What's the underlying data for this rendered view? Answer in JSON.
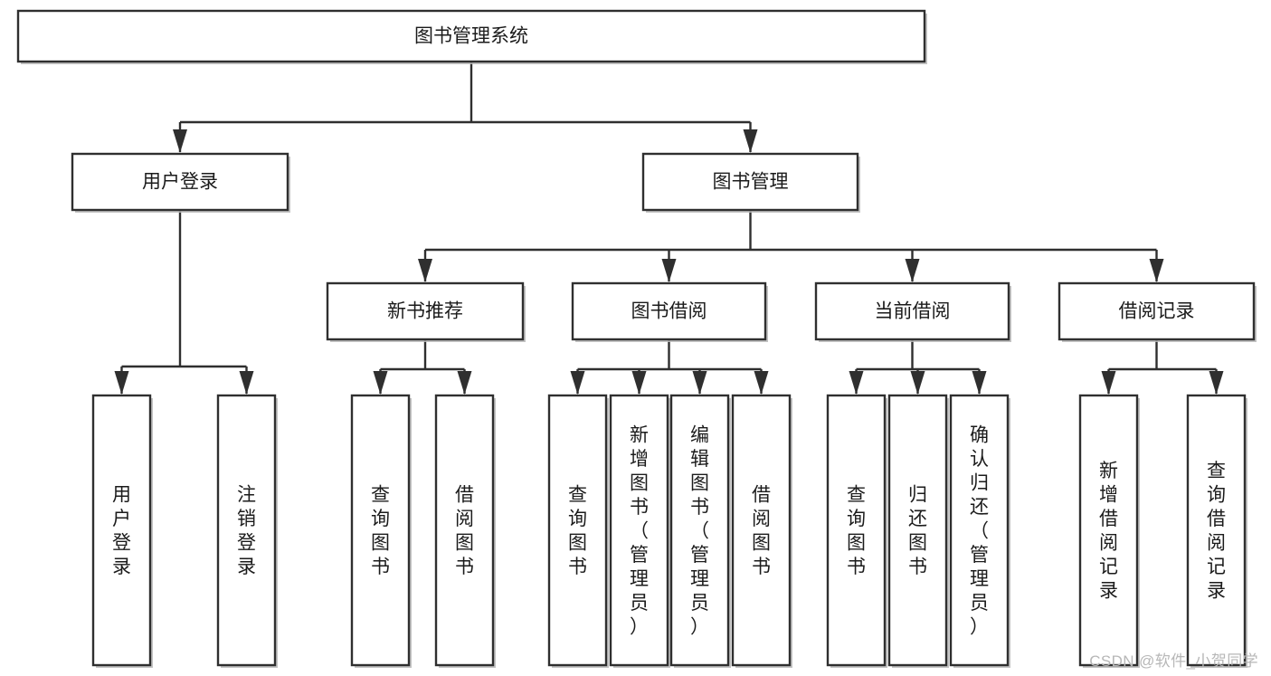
{
  "diagram": {
    "type": "tree-hierarchy-chart",
    "title": "图书管理系统",
    "orientation": "top-down",
    "colors": {
      "box_fill": "#ffffff",
      "box_stroke": "#2f2f2f",
      "connector": "#2f2f2f",
      "text": "#1b1b1b",
      "watermark": "#b7b7b7"
    },
    "levels": {
      "level1": {
        "label": "level-1-root",
        "nodes": [
          {
            "id": "root",
            "label": "图书管理系统",
            "orientation": "horizontal"
          }
        ]
      },
      "level2": {
        "label": "level-2-modules",
        "nodes": [
          {
            "id": "user-login",
            "label": "用户登录",
            "orientation": "horizontal"
          },
          {
            "id": "book-management",
            "label": "图书管理",
            "orientation": "horizontal"
          }
        ]
      },
      "level3": {
        "label": "level-3-submodules",
        "nodes": [
          {
            "id": "new-book-recommend",
            "label": "新书推荐",
            "orientation": "horizontal"
          },
          {
            "id": "book-borrow",
            "label": "图书借阅",
            "orientation": "horizontal"
          },
          {
            "id": "current-borrow",
            "label": "当前借阅",
            "orientation": "horizontal"
          },
          {
            "id": "borrow-record",
            "label": "借阅记录",
            "orientation": "horizontal"
          }
        ]
      },
      "level4": {
        "label": "level-4-leaf-functions",
        "groups": [
          {
            "parent": "user-login",
            "nodes": [
              {
                "id": "leaf-user-login",
                "label": "用户登录",
                "orientation": "vertical"
              },
              {
                "id": "leaf-logout-login",
                "label": "注销登录",
                "orientation": "vertical"
              }
            ]
          },
          {
            "parent": "new-book-recommend",
            "nodes": [
              {
                "id": "leaf-query-book-1",
                "label": "查询图书",
                "orientation": "vertical"
              },
              {
                "id": "leaf-borrow-book-1",
                "label": "借阅图书",
                "orientation": "vertical"
              }
            ]
          },
          {
            "parent": "book-borrow",
            "nodes": [
              {
                "id": "leaf-query-book-2",
                "label": "查询图书",
                "orientation": "vertical"
              },
              {
                "id": "leaf-add-book-admin",
                "label": "新增图书（管理员）",
                "orientation": "vertical"
              },
              {
                "id": "leaf-edit-book-admin",
                "label": "编辑图书（管理员）",
                "orientation": "vertical"
              },
              {
                "id": "leaf-borrow-book-2",
                "label": "借阅图书",
                "orientation": "vertical"
              }
            ]
          },
          {
            "parent": "current-borrow",
            "nodes": [
              {
                "id": "leaf-query-book-3",
                "label": "查询图书",
                "orientation": "vertical"
              },
              {
                "id": "leaf-return-book",
                "label": "归还图书",
                "orientation": "vertical"
              },
              {
                "id": "leaf-confirm-return-admin",
                "label": "确认归还（管理员）",
                "orientation": "vertical"
              }
            ]
          },
          {
            "parent": "borrow-record",
            "nodes": [
              {
                "id": "leaf-add-borrow-record",
                "label": "新增借阅记录",
                "orientation": "vertical"
              },
              {
                "id": "leaf-query-borrow-record",
                "label": "查询借阅记录",
                "orientation": "vertical"
              }
            ]
          }
        ]
      }
    }
  },
  "watermark": {
    "text": "CSDN @软件_小贺同学"
  }
}
